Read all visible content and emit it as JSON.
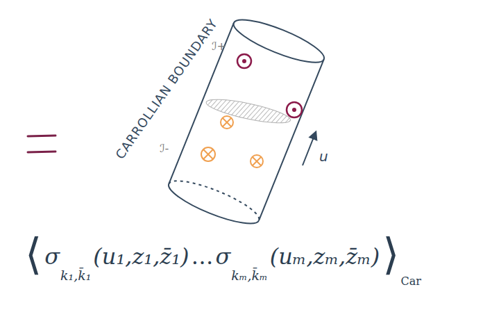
{
  "diagram": {
    "labels": [
      "CARROLLIAN BOUNDARY",
      "ℐ+",
      "ℐ-",
      "u",
      "⟨",
      "σ",
      "k₁,k̄₁",
      "(u₁,z₁,z̄₁)",
      "…",
      "σ",
      "kₘ,k̄ₘ",
      "(uₘ,zₘ,z̄ₘ)",
      "⟩",
      "Car"
    ]
  }
}
